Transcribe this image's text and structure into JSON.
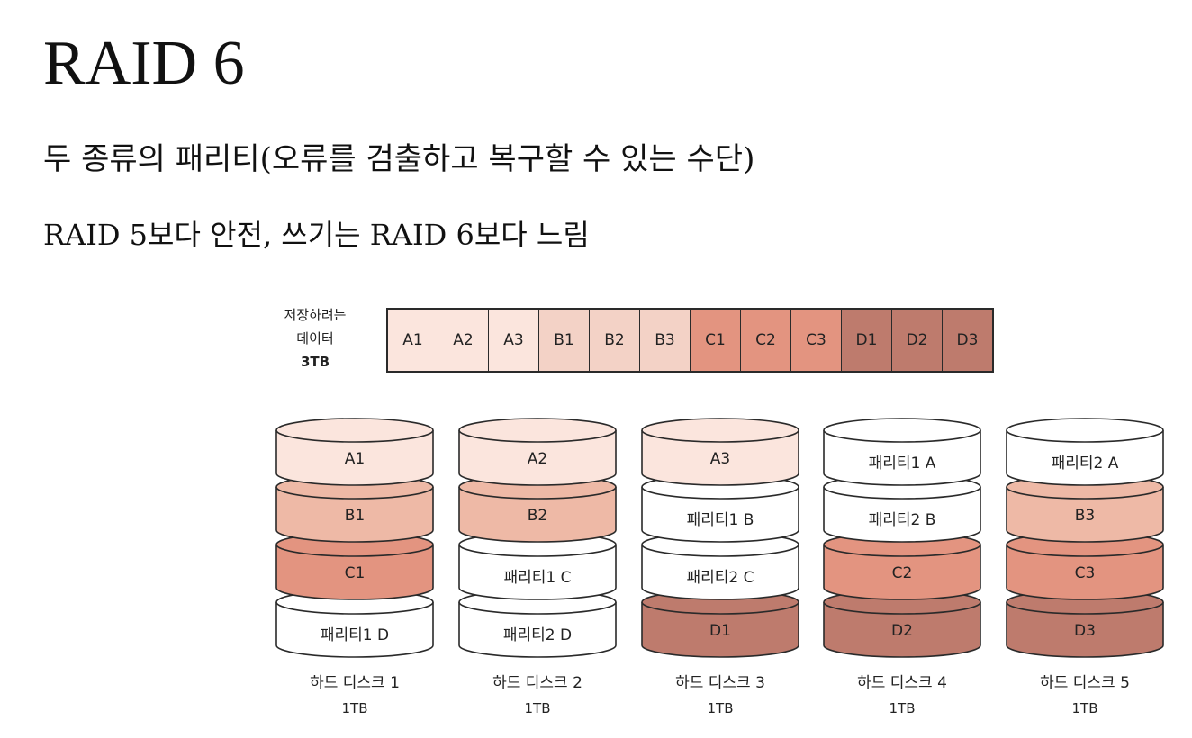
{
  "title": "RAID 6",
  "subtitle1": "두 종류의 패리티(오류를 검출하고 복구할 수 있는 수단)",
  "subtitle2": "RAID 5보다 안전, 쓰기는 RAID 6보다 느림",
  "data_label": {
    "line1": "저장하려는",
    "line2": "데이터",
    "size": "3TB"
  },
  "colors": {
    "A": "#fbe5dd",
    "B": "#f3d2c6",
    "C": "#e39480",
    "D": "#be7b6d",
    "parity": "#ffffff",
    "B_disk": "#eeb9a6"
  },
  "data_blocks": [
    {
      "label": "A1",
      "group": "A"
    },
    {
      "label": "A2",
      "group": "A"
    },
    {
      "label": "A3",
      "group": "A"
    },
    {
      "label": "B1",
      "group": "B"
    },
    {
      "label": "B2",
      "group": "B"
    },
    {
      "label": "B3",
      "group": "B"
    },
    {
      "label": "C1",
      "group": "C"
    },
    {
      "label": "C2",
      "group": "C"
    },
    {
      "label": "C3",
      "group": "C"
    },
    {
      "label": "D1",
      "group": "D"
    },
    {
      "label": "D2",
      "group": "D"
    },
    {
      "label": "D3",
      "group": "D"
    }
  ],
  "disks": [
    {
      "name": "하드 디스크 1",
      "size": "1TB",
      "platters": [
        {
          "label": "A1",
          "group": "A"
        },
        {
          "label": "B1",
          "group": "B_disk"
        },
        {
          "label": "C1",
          "group": "C"
        },
        {
          "label": "패리티1 D",
          "group": "parity"
        }
      ]
    },
    {
      "name": "하드 디스크 2",
      "size": "1TB",
      "platters": [
        {
          "label": "A2",
          "group": "A"
        },
        {
          "label": "B2",
          "group": "B_disk"
        },
        {
          "label": "패리티1 C",
          "group": "parity"
        },
        {
          "label": "패리티2 D",
          "group": "parity"
        }
      ]
    },
    {
      "name": "하드 디스크 3",
      "size": "1TB",
      "platters": [
        {
          "label": "A3",
          "group": "A"
        },
        {
          "label": "패리티1 B",
          "group": "parity"
        },
        {
          "label": "패리티2 C",
          "group": "parity"
        },
        {
          "label": "D1",
          "group": "D"
        }
      ]
    },
    {
      "name": "하드 디스크 4",
      "size": "1TB",
      "platters": [
        {
          "label": "패리티1 A",
          "group": "parity"
        },
        {
          "label": "패리티2 B",
          "group": "parity"
        },
        {
          "label": "C2",
          "group": "C"
        },
        {
          "label": "D2",
          "group": "D"
        }
      ]
    },
    {
      "name": "하드 디스크 5",
      "size": "1TB",
      "platters": [
        {
          "label": "패리티2 A",
          "group": "parity"
        },
        {
          "label": "B3",
          "group": "B_disk"
        },
        {
          "label": "C3",
          "group": "C"
        },
        {
          "label": "D3",
          "group": "D"
        }
      ]
    }
  ]
}
